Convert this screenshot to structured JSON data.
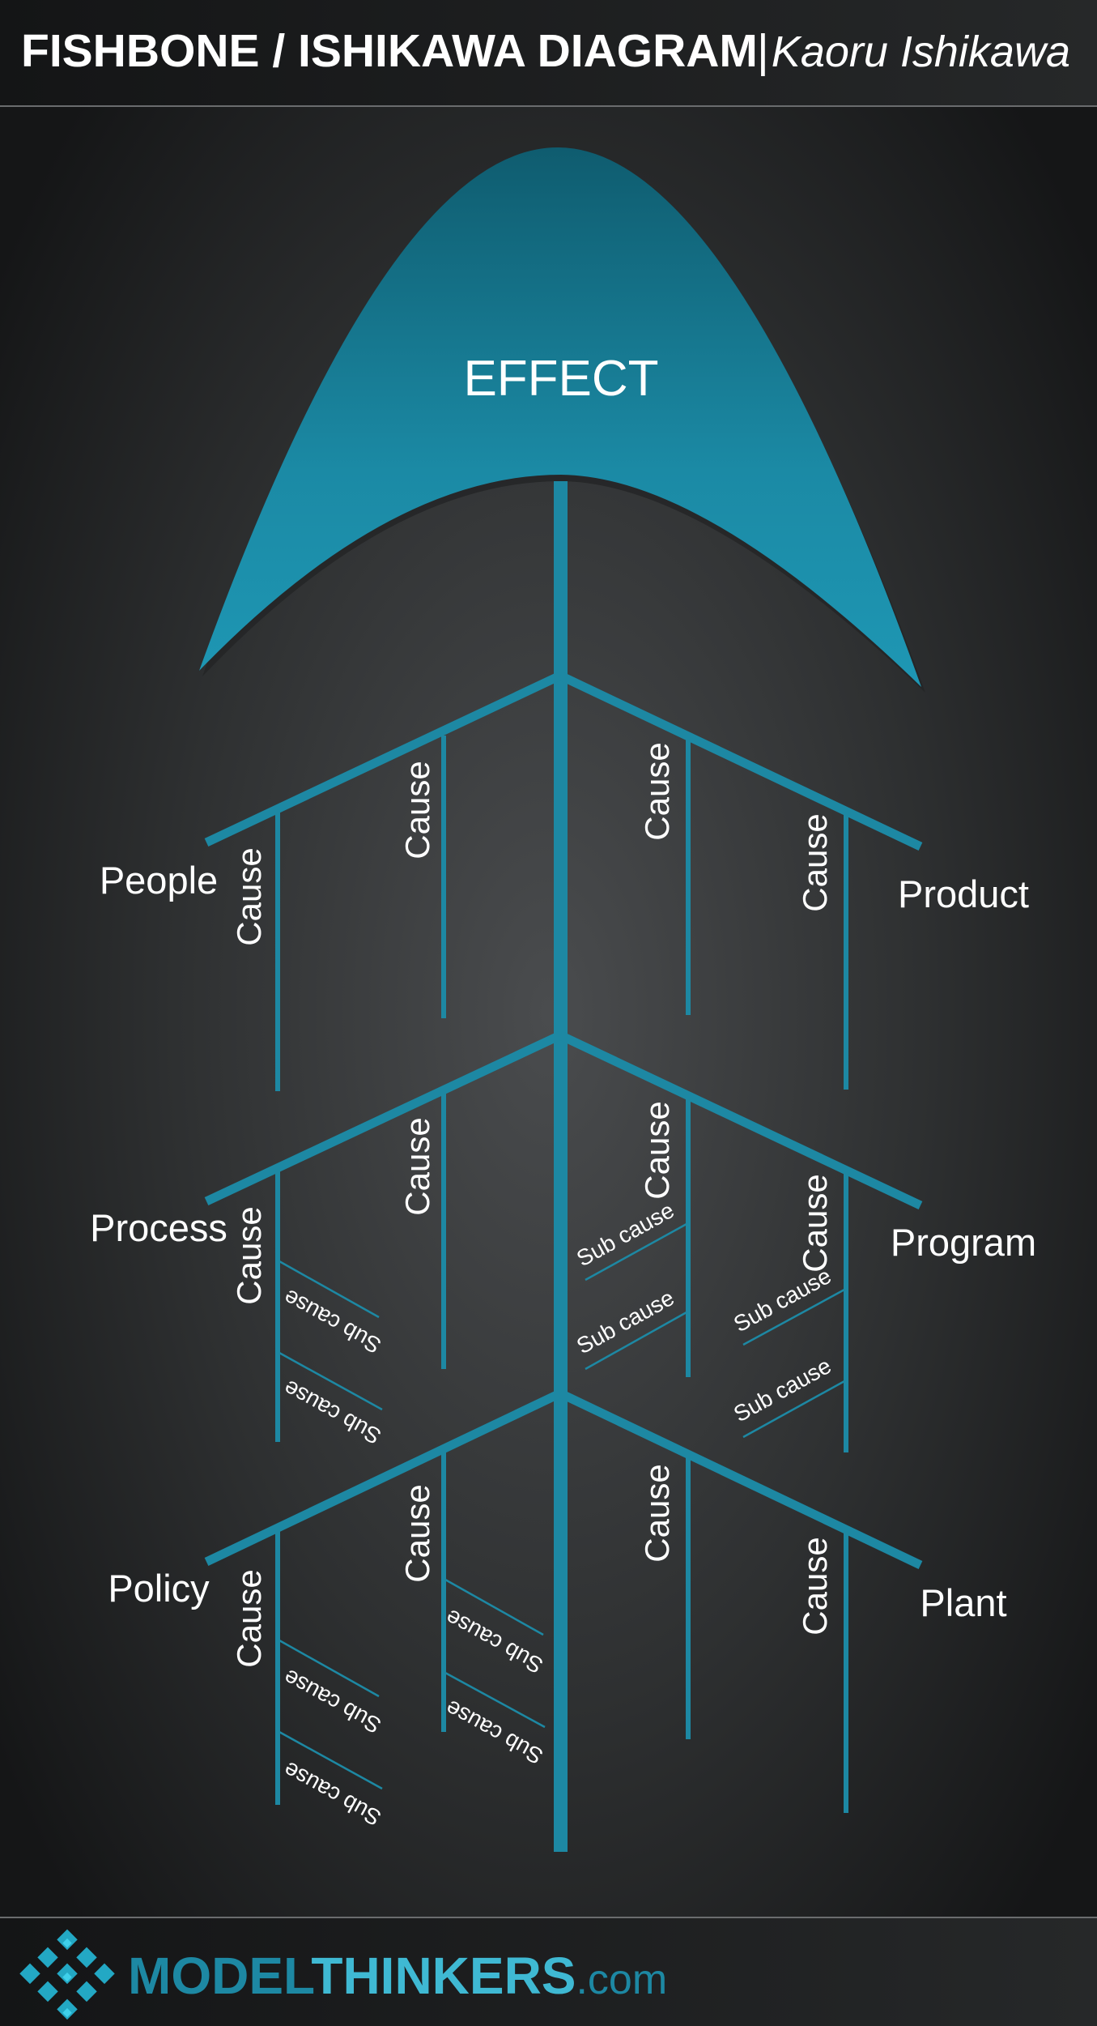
{
  "header": {
    "title": "FISHBONE / ISHIKAWA DIAGRAM",
    "separator": "|",
    "author": "Kaoru Ishikawa"
  },
  "diagram": {
    "effect": "EFFECT",
    "categories": {
      "people": "People",
      "product": "Product",
      "process": "Process",
      "program": "Program",
      "policy": "Policy",
      "plant": "Plant"
    },
    "cause_label": "Cause",
    "subcause_label": "Sub cause"
  },
  "footer": {
    "brand_model": "MODEL",
    "brand_thinkers": "THINKERS",
    "brand_suffix": ".com"
  },
  "colors": {
    "accent": "#1d88a3",
    "accent_light": "#3fb9d3",
    "background": "#1a1b1c",
    "text": "#ffffff"
  }
}
